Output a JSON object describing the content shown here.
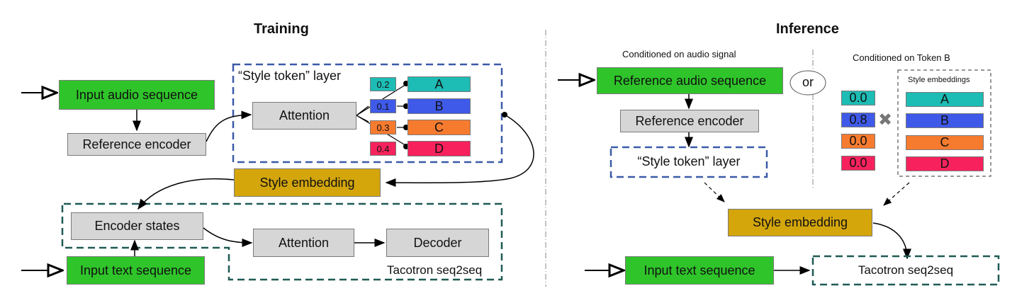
{
  "training": {
    "title": "Training",
    "input_audio": "Input audio sequence",
    "reference_encoder": "Reference encoder",
    "style_token_layer": "“Style token” layer",
    "attention": "Attention",
    "tokens": [
      {
        "label": "A",
        "weight": "0.2",
        "color": "#1dbcb4"
      },
      {
        "label": "B",
        "weight": "0.1",
        "color": "#3f5ae8"
      },
      {
        "label": "C",
        "weight": "0.3",
        "color": "#f77b2f"
      },
      {
        "label": "D",
        "weight": "0.4",
        "color": "#f7225d"
      }
    ],
    "style_embedding": "Style embedding",
    "encoder_states": "Encoder states",
    "attention2": "Attention",
    "decoder": "Decoder",
    "tacotron_label": "Tacotron seq2seq",
    "input_text": "Input text sequence"
  },
  "inference": {
    "title": "Inference",
    "audio_caption": "Conditioned on audio signal",
    "token_caption": "Conditioned on Token B",
    "reference_audio": "Reference audio sequence",
    "reference_encoder": "Reference encoder",
    "style_token_layer": "“Style token” layer",
    "or_label": "or",
    "multiply_symbol": "✖",
    "style_embeddings_title": "Style embeddings",
    "tokens": [
      {
        "label": "A",
        "weight": "0.0",
        "color": "#1dbcb4"
      },
      {
        "label": "B",
        "weight": "0.8",
        "color": "#3f5ae8"
      },
      {
        "label": "C",
        "weight": "0.0",
        "color": "#f77b2f"
      },
      {
        "label": "D",
        "weight": "0.0",
        "color": "#f7225d"
      }
    ],
    "style_embedding": "Style embedding",
    "input_text": "Input text sequence",
    "tacotron": "Tacotron seq2seq"
  },
  "colors": {
    "input_green": "#2fc52a",
    "module_gray": "#d6d6d6",
    "style_gold": "#d4a60c",
    "style_layer_border": "#3b5aa8",
    "tacotron_border": "#1f5a55"
  }
}
